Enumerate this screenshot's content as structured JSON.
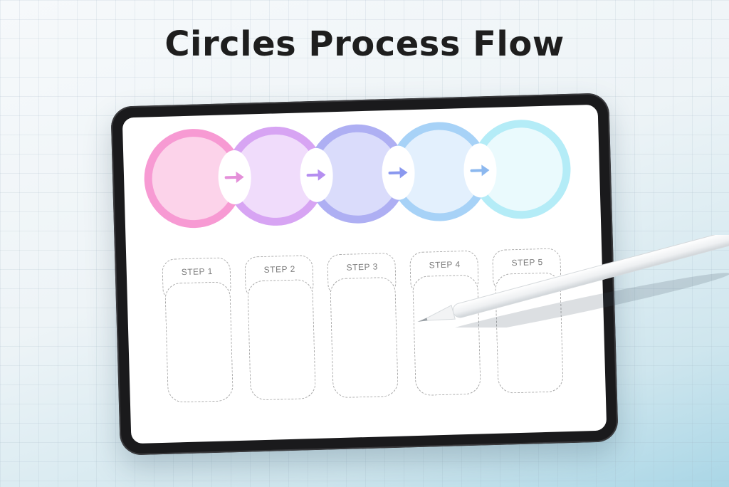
{
  "title": "Circles Process Flow",
  "steps": [
    {
      "label": "STEP 1",
      "ring": "#f79ad3",
      "fill": "#fcd3ea"
    },
    {
      "label": "STEP 2",
      "ring": "#d7a4f3",
      "fill": "#f0dcfb"
    },
    {
      "label": "STEP 3",
      "ring": "#aeaff3",
      "fill": "#dadcfb"
    },
    {
      "label": "STEP 4",
      "ring": "#a7d2f7",
      "fill": "#e3f0fd"
    },
    {
      "label": "STEP 5",
      "ring": "#b4ecf7",
      "fill": "#eafafd"
    }
  ],
  "arrows": [
    {
      "color": "#e48fd9"
    },
    {
      "color": "#b58ef0"
    },
    {
      "color": "#8a98ef"
    },
    {
      "color": "#8cb8ef"
    }
  ],
  "icons": {
    "arrow": "arrow-right-icon"
  }
}
